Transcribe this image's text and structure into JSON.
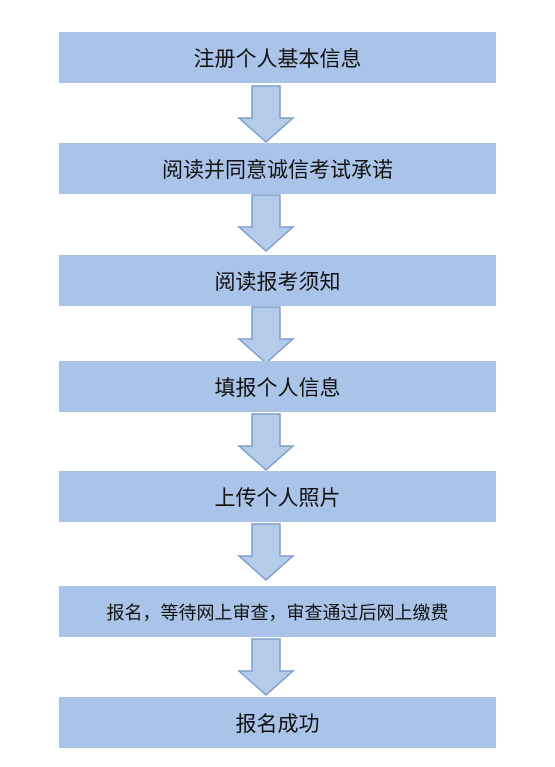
{
  "colors": {
    "box_fill": "#a9c4e8",
    "arrow_fill": "#b4cbe9",
    "arrow_stroke": "#7f9ecb",
    "text": "#111111"
  },
  "flow": {
    "steps": [
      {
        "label": "注册个人基本信息"
      },
      {
        "label": "阅读并同意诚信考试承诺"
      },
      {
        "label": "阅读报考须知"
      },
      {
        "label": "填报个人信息"
      },
      {
        "label": "上传个人照片"
      },
      {
        "label": "报名，等待网上审查，审查通过后网上缴费"
      },
      {
        "label": "报名成功"
      }
    ]
  }
}
